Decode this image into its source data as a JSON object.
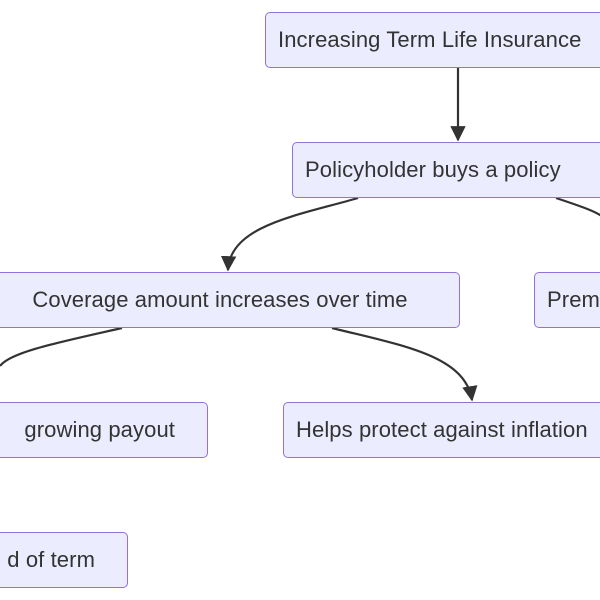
{
  "diagram": {
    "colors": {
      "node_fill": "#ececff",
      "node_border": "#9370db",
      "edge": "#333333",
      "text": "#333333"
    },
    "nodes": {
      "root": "Increasing Term Life Insurance",
      "buy": "Policyholder buys a policy",
      "coverage": "Coverage amount increases over time",
      "premium": "Premiums",
      "payout": "growing payout",
      "inflation": "Helps protect against inflation",
      "end": "d of term"
    },
    "edges": [
      {
        "from": "root",
        "to": "buy"
      },
      {
        "from": "buy",
        "to": "coverage"
      },
      {
        "from": "buy",
        "to": "premium"
      },
      {
        "from": "coverage",
        "to": "payout"
      },
      {
        "from": "coverage",
        "to": "inflation"
      }
    ]
  }
}
